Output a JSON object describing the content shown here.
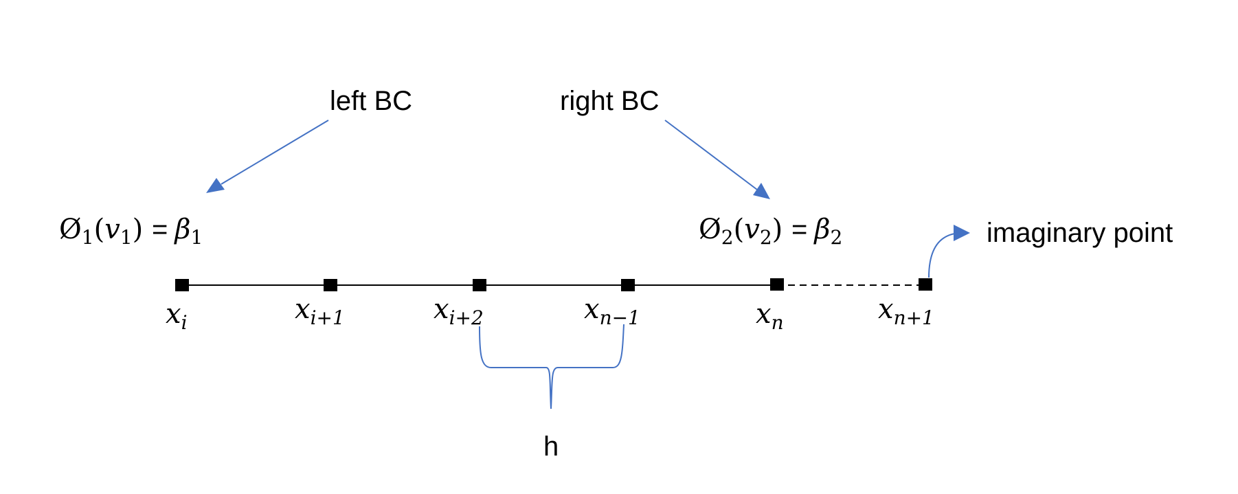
{
  "labels": {
    "left_bc": "left BC",
    "right_bc": "right BC",
    "imaginary_point": "imaginary point",
    "spacing": "h"
  },
  "equations": {
    "left": {
      "phi": "Ø",
      "phi_sub": "1",
      "var": "v",
      "var_sub": "1",
      "equals": "=",
      "beta": "β",
      "beta_sub": "1"
    },
    "right": {
      "phi": "Ø",
      "phi_sub": "2",
      "var": "v",
      "var_sub": "2",
      "equals": "=",
      "beta": "β",
      "beta_sub": "2"
    }
  },
  "nodes": [
    {
      "base": "x",
      "sub": "i"
    },
    {
      "base": "x",
      "sub": "i+1"
    },
    {
      "base": "x",
      "sub": "i+2"
    },
    {
      "base": "x",
      "sub": "n−1"
    },
    {
      "base": "x",
      "sub": "n"
    },
    {
      "base": "x",
      "sub": "n+1"
    }
  ],
  "colors": {
    "arrow": "#4472C4",
    "line": "#000000"
  }
}
